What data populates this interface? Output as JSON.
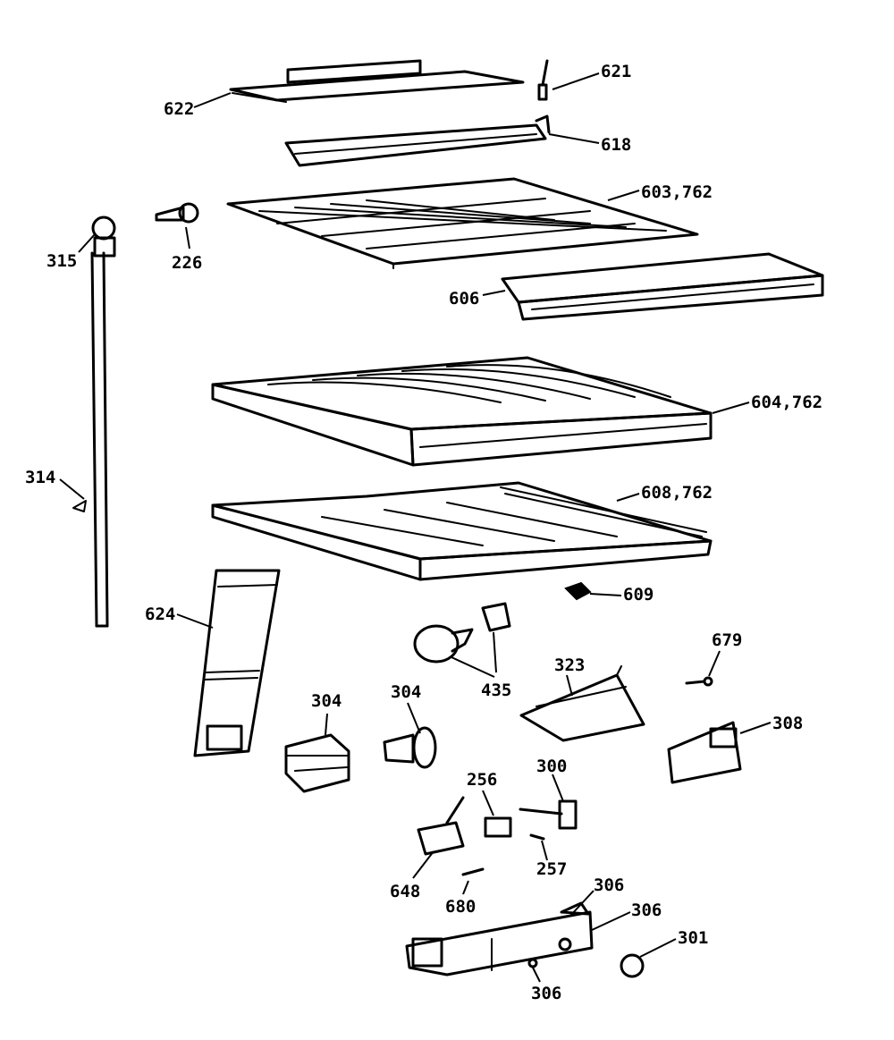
{
  "callouts": {
    "c622": "622",
    "c621": "621",
    "c618": "618",
    "c603": "603,762",
    "c315": "315",
    "c226": "226",
    "c606": "606",
    "c604": "604,762",
    "c314": "314",
    "c608": "608,762",
    "c609": "609",
    "c624": "624",
    "c679": "679",
    "c323": "323",
    "c435": "435",
    "c304a": "304",
    "c304b": "304",
    "c308": "308",
    "c256": "256",
    "c300": "300",
    "c257": "257",
    "c648": "648",
    "c680": "680",
    "c306a": "306",
    "c306b": "306",
    "c306c": "306",
    "c301": "301"
  }
}
